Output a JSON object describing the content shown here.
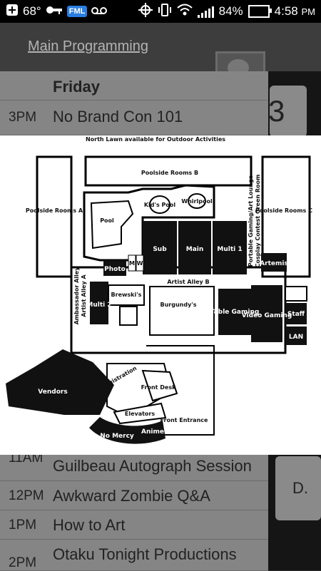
{
  "status_bar": {
    "temperature": "68°",
    "badge": "FML",
    "battery": "84%",
    "time": "4:58",
    "ampm": "PM",
    "icons": [
      "plus-icon",
      "key-icon",
      "voicemail-icon",
      "gps-icon",
      "vibrate-icon",
      "wifi-icon",
      "signal-icon",
      "battery-icon"
    ]
  },
  "action_bar": {
    "title": "Main Programming",
    "icon": "world-map-icon"
  },
  "schedule": {
    "day": "Friday",
    "rows": [
      {
        "time": "3PM",
        "title": "No Brand Con 101"
      },
      {
        "time": "11AM",
        "title": "Guilbeau Autograph Session"
      },
      {
        "time": "12PM",
        "title": "Awkward Zombie Q&A"
      },
      {
        "time": "1PM",
        "title": "How to Art"
      },
      {
        "time": "2PM",
        "title": "Otaku Tonight Productions"
      }
    ],
    "side_card_top": "3",
    "side_card_bottom": "D."
  },
  "map": {
    "top_note": "North Lawn available for Outdoor Activities",
    "poolside_b": "Poolside Rooms B",
    "poolside_a": "Poolside Rooms A",
    "poolside_c": "Poolside Rooms C",
    "pool": "Pool",
    "kids_pool": "Kid's Pool",
    "whirlpool": "Whirlpool",
    "sub": "Sub",
    "main": "Main",
    "multi1": "Multi 1",
    "photo": "Photo",
    "m": "M",
    "w": "W",
    "portable": "Portable Gaming/Art Lounge",
    "cosplay": "Cosplay Contest Green Room",
    "artemis": "Artemis",
    "artist_alley_b": "Artist Alley B",
    "ambassador": "Ambassador Alley",
    "artist_alley_a": "Artist Alley A",
    "multi2": "Multi 2",
    "brewskis": "Brewski's",
    "burgundys": "Burgundy's",
    "table_gaming": "Table Gaming",
    "video_gaming": "Video Gaming",
    "staff": "Staff",
    "lan": "LAN",
    "vendors": "Vendors",
    "registration": "Registration",
    "front_desk": "Front Desk",
    "elevators": "Elevators",
    "front_entrance": "Front Entrance",
    "no_mercy": "No Mercy",
    "anime": "Anime"
  }
}
